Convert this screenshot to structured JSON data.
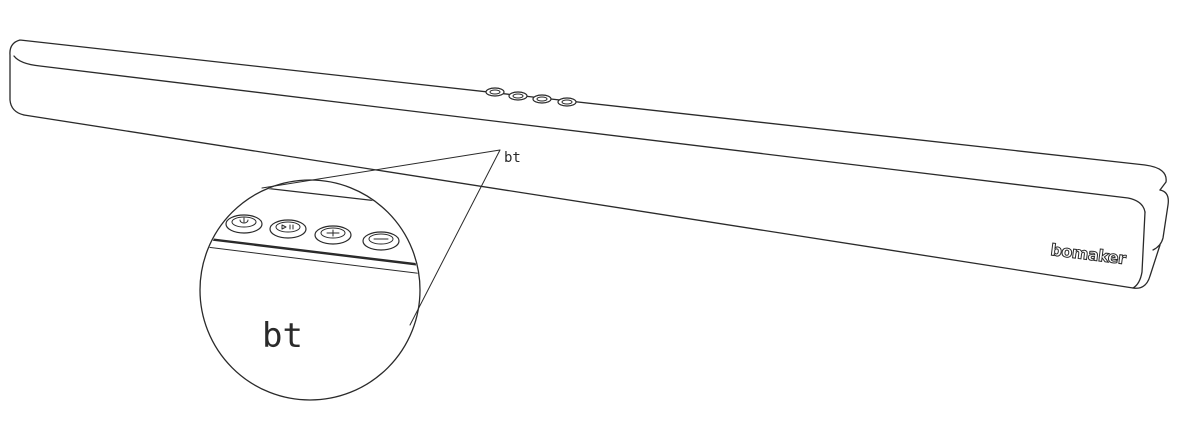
{
  "display": {
    "indicator_label": "bt",
    "magnified_indicator_label": "bt"
  },
  "device": {
    "brand": "bomaker",
    "buttons": [
      {
        "name": "power-button",
        "icon": "power-icon"
      },
      {
        "name": "play-pause-button",
        "icon": "play-pause-icon"
      },
      {
        "name": "volume-up-button",
        "icon": "plus-icon"
      },
      {
        "name": "volume-down-button",
        "icon": "minus-icon"
      }
    ]
  }
}
